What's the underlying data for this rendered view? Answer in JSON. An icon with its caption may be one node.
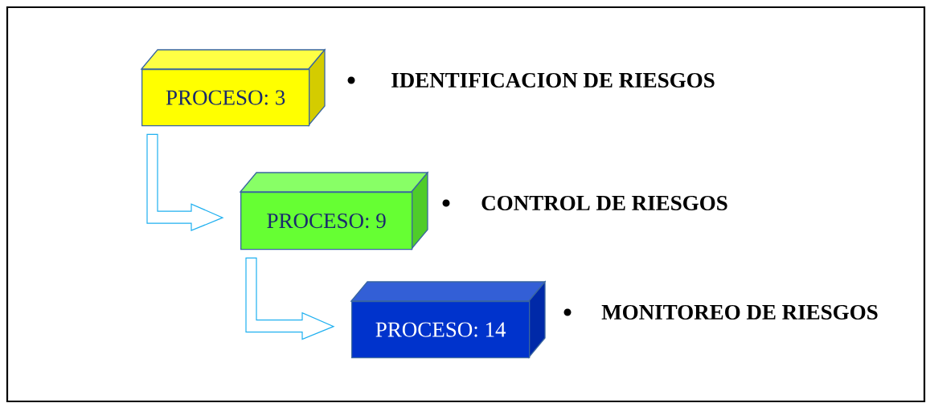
{
  "diagram": {
    "nodes": [
      {
        "text": [
          "PROCESO: 3"
        ],
        "beside": [
          "IDENTIFICACION DE RIESGOS"
        ]
      },
      {
        "text": [
          "PROCESO: 9"
        ],
        "beside": [
          "CONTROL DE RIESGOS"
        ]
      },
      {
        "text": [
          "PROCESO: 14"
        ],
        "beside": [
          "MONITOREO DE RIESGOS"
        ]
      }
    ],
    "edges": [
      {
        "from": 0,
        "to": 1,
        "arrow": "to"
      },
      {
        "from": 1,
        "to": 2,
        "arrow": "to"
      }
    ]
  }
}
